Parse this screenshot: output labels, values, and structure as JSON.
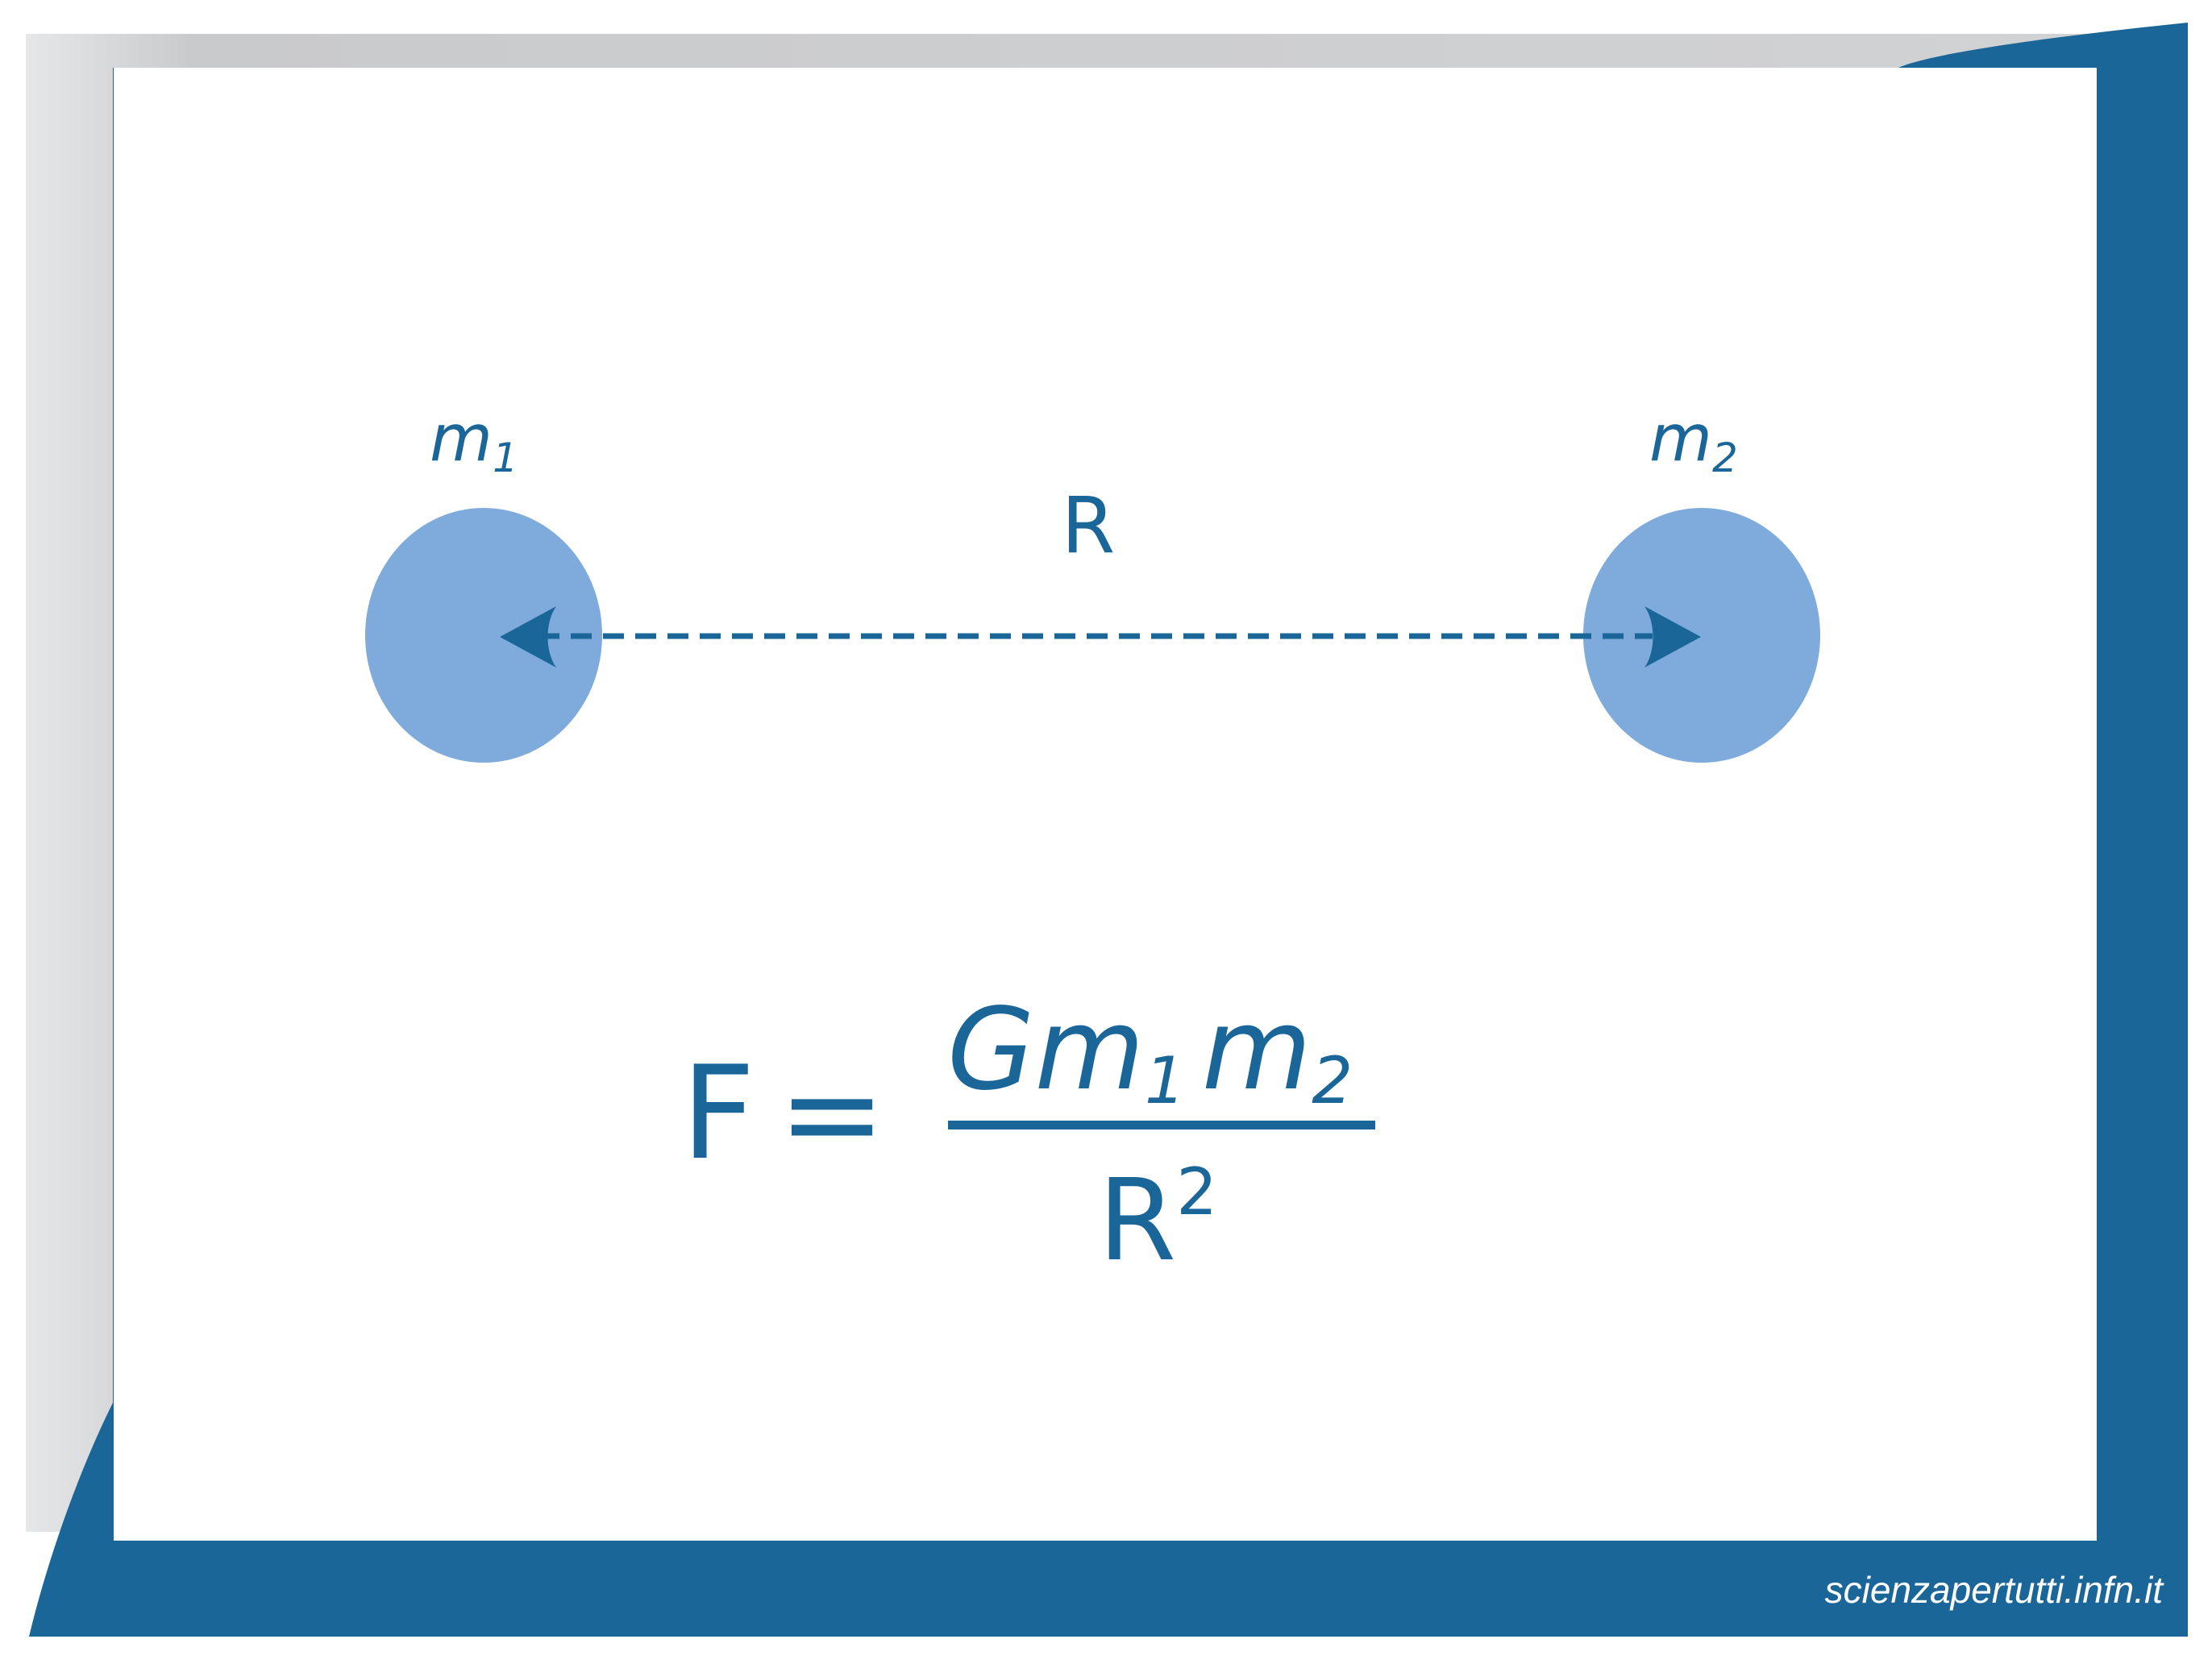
{
  "diagram": {
    "mass1": {
      "symbol": "m",
      "subscript": "1"
    },
    "mass2": {
      "symbol": "m",
      "subscript": "2"
    },
    "distance_label": "R",
    "formula": {
      "lhs": "F",
      "equals": "=",
      "numerator": {
        "g": "G",
        "m1": "m",
        "m1_sub": "1",
        "m2": "m",
        "m2_sub": "2"
      },
      "denominator": {
        "base": "R",
        "exponent": "2"
      }
    }
  },
  "credit": "scienzapertutti.infn.it",
  "colors": {
    "frame_blue": "#1b6699",
    "sphere_blue": "#7eabdb",
    "text_blue": "#1b6699",
    "shadow_gray": "#d9dadc",
    "card_white": "#ffffff",
    "credit_text": "#ffffff"
  }
}
